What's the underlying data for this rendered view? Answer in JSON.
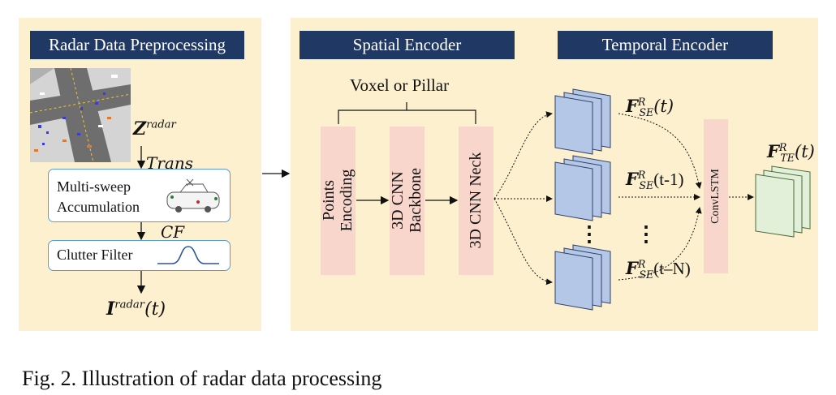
{
  "headers": {
    "preprocessing": "Radar Data Preprocessing",
    "spatial": "Spatial Encoder",
    "temporal": "Temporal Encoder"
  },
  "preprocessing": {
    "z_symbol": "Z",
    "z_sup": "radar",
    "trans": "Trans",
    "multisweep_line1": "Multi-sweep",
    "multisweep_line2": "Accumulation",
    "cf": "CF",
    "clutter_filter": "Clutter Filter",
    "i_symbol": "I",
    "i_sup": "radar",
    "i_arg": "(t)"
  },
  "spatial": {
    "voxel_label": "Voxel or Pillar",
    "points_encoding_line1": "Points",
    "points_encoding_line2": "Encoding",
    "backbone_line1": "3D CNN",
    "backbone_line2": "Backbone",
    "neck": "3D CNN Neck"
  },
  "temporal": {
    "f_symbol": "F",
    "f_sup": "R",
    "f_sub": "SE",
    "arg_t": "(t)",
    "arg_t1": "(t-1)",
    "arg_tn": "(t–N)",
    "dots": "⋮",
    "convlstm": "ConvLSTM",
    "out_sub": "TE",
    "out_arg": "(t)"
  },
  "caption": "Fig. 2.   Illustration of radar data processing",
  "colors": {
    "panel_bg": "#fdf0cf",
    "header_bg": "#1f3864",
    "block_pink": "#f9d6cb",
    "feature_blue": "#b4c7e7",
    "feature_green": "#e2f0d9",
    "box_border": "#5b9bd5"
  }
}
